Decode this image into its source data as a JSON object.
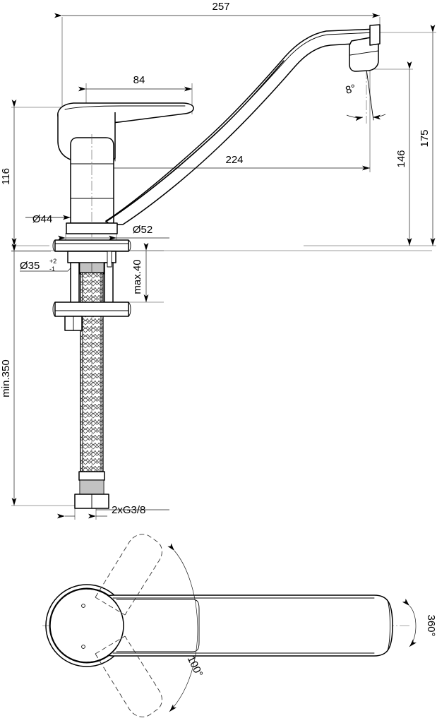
{
  "document": {
    "type": "technical-drawing",
    "subject": "single-lever kitchen mixer tap",
    "units": "mm",
    "views": [
      "side elevation",
      "plan view"
    ]
  },
  "dimensions": {
    "overall_reach": "257",
    "lever_length": "84",
    "spout_reach": "224",
    "spout_height_outlet": "146",
    "spout_height_total": "175",
    "body_height": "116",
    "body_diameter": "Ø44",
    "base_diameter": "Ø52",
    "hole_diameter": "Ø35",
    "hole_tol_plus": "+2",
    "hole_tol_minus": "-1",
    "worktop_thickness": "max.40",
    "hose_length": "min.350",
    "connection_thread": "2xG3/8",
    "aerator_angle": "8°",
    "lever_swivel_angle": "100°",
    "spout_swivel_angle": "360°"
  },
  "colors": {
    "line": "#000000",
    "dimension_line": "#1a1a1a",
    "extension_line": "#3a3a3a",
    "centerline": "#555555",
    "hidden_line": "#333333",
    "background": "#ffffff"
  }
}
